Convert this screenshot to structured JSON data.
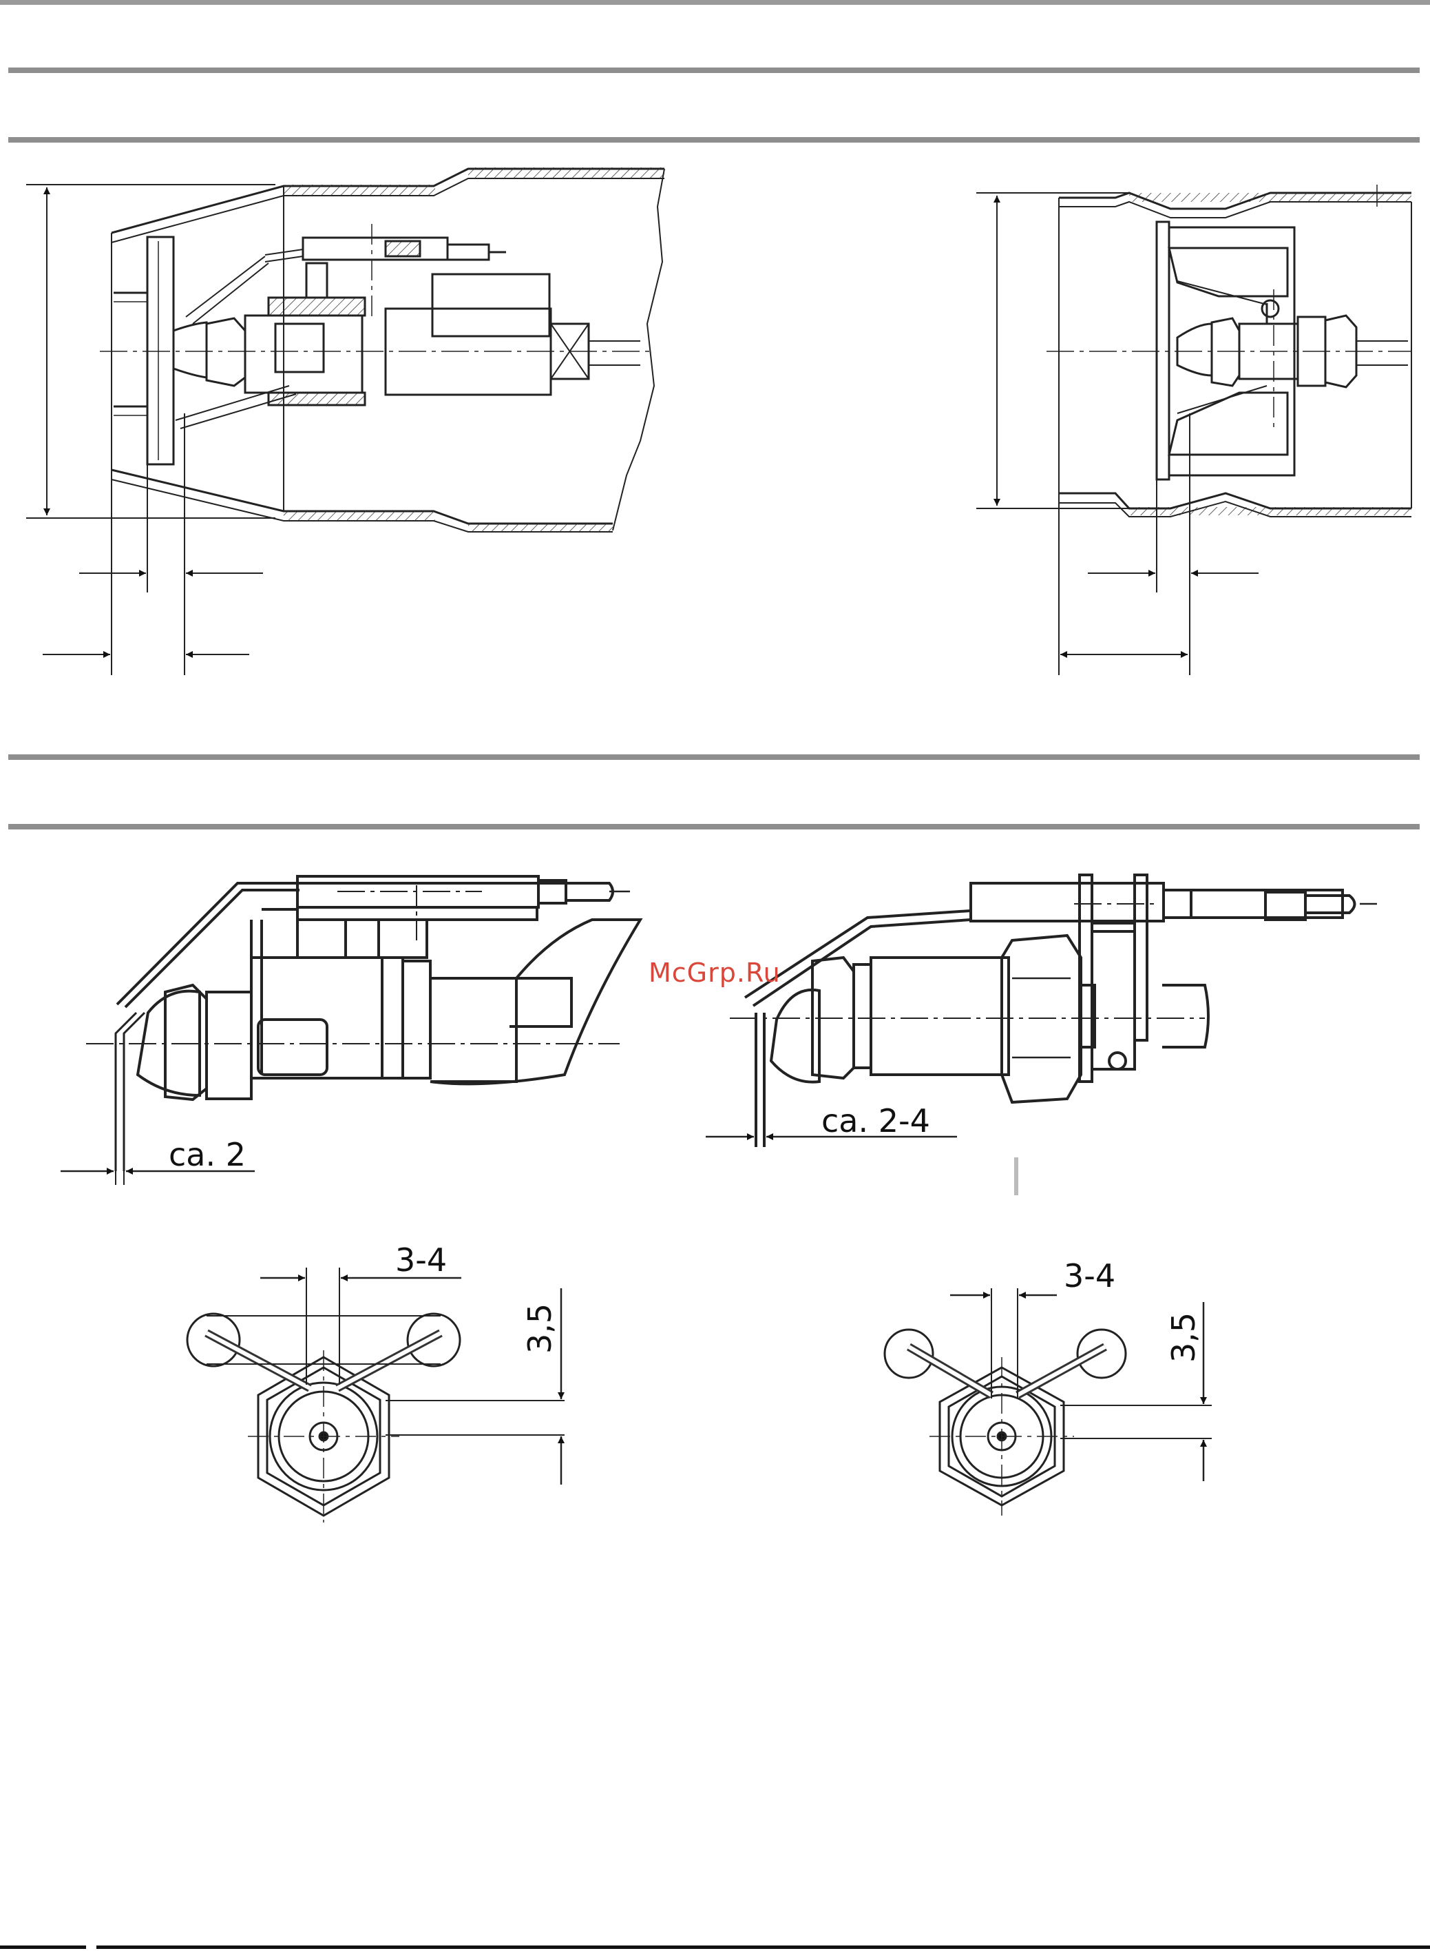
{
  "watermark": "McGrp.Ru",
  "dimensions": {
    "gap_left_upper": "ca. 2",
    "gap_right_upper": "ca. 2-4",
    "electrode_spacing_left": "3-4",
    "electrode_spacing_right": "3-4",
    "electrode_height_left": "3,5",
    "electrode_height_right": "3,5"
  }
}
